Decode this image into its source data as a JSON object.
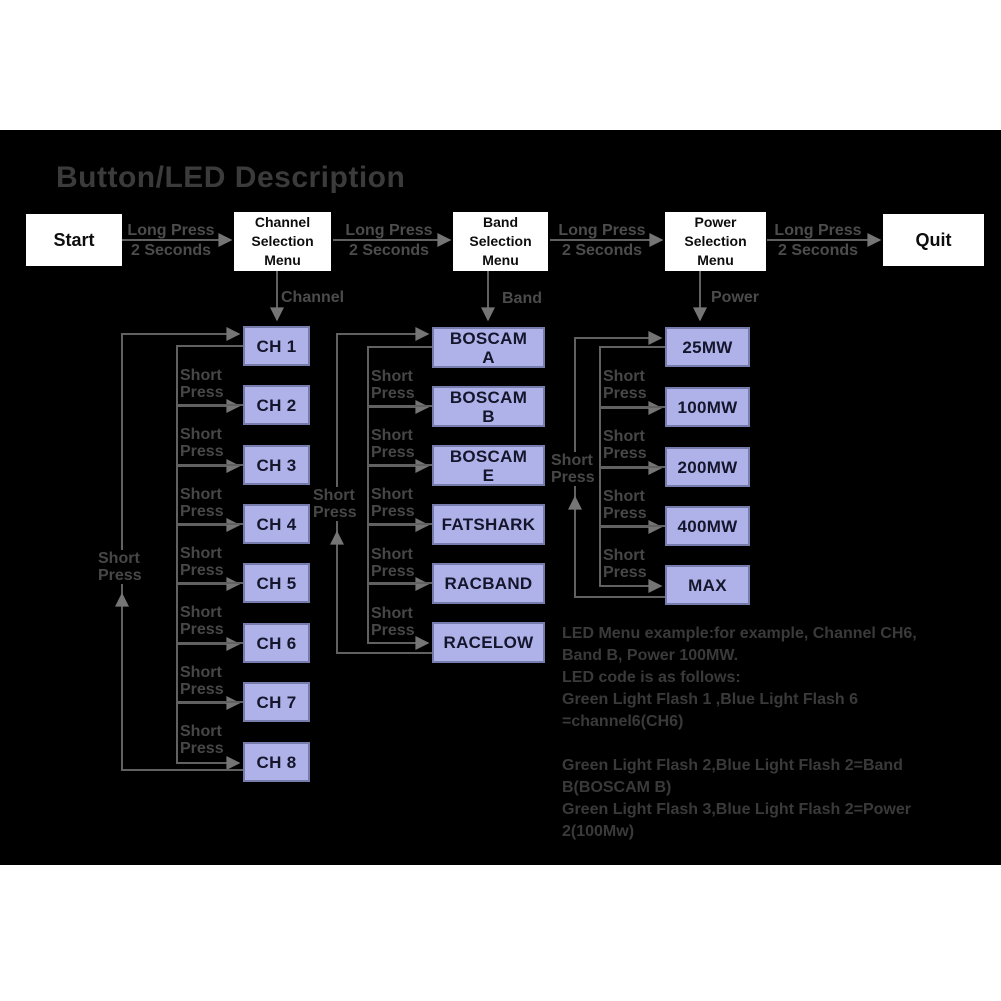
{
  "title": "Button/LED Description",
  "flow": {
    "start": "Start",
    "quit": "Quit",
    "channel_menu": "Channel\nSelection\nMenu",
    "band_menu": "Band\nSelection\nMenu",
    "power_menu": "Power\nSelection\nMenu",
    "long_press": "Long Press\n2 Seconds",
    "short_press": "Short\nPress",
    "branch_channel": "Channel",
    "branch_band": "Band",
    "branch_power": "Power"
  },
  "channels": [
    "CH 1",
    "CH 2",
    "CH 3",
    "CH 4",
    "CH 5",
    "CH 6",
    "CH 7",
    "CH 8"
  ],
  "bands": [
    "BOSCAM\nA",
    "BOSCAM\nB",
    "BOSCAM\nE",
    "FATSHARK",
    "RACBAND",
    "RACELOW"
  ],
  "powers": [
    "25MW",
    "100MW",
    "200MW",
    "400MW",
    "MAX"
  ],
  "notes": [
    "LED Menu example:for example, Channel CH6,",
    "Band B, Power 100MW.",
    "LED code is as follows:",
    "Green Light Flash 1 ,Blue Light Flash 6",
    "=channel6(CH6)",
    "Green Light Flash 2,Blue Light Flash 2=Band",
    "B(BOSCAM B)",
    "Green Light Flash 3,Blue Light Flash 2=Power",
    "2(100Mw)"
  ],
  "colors": {
    "node_fill": "#aeb2e9",
    "node_border": "#767cab",
    "node_text": "#15152b",
    "white_box": "#ffffff",
    "panel_background": "#000000",
    "connector_line": "#616161",
    "arrowhead": "#757575",
    "label_gray": "#4c4c4c",
    "title_gray": "#3b3b3b",
    "notes_gray": "#3a3a3a"
  }
}
